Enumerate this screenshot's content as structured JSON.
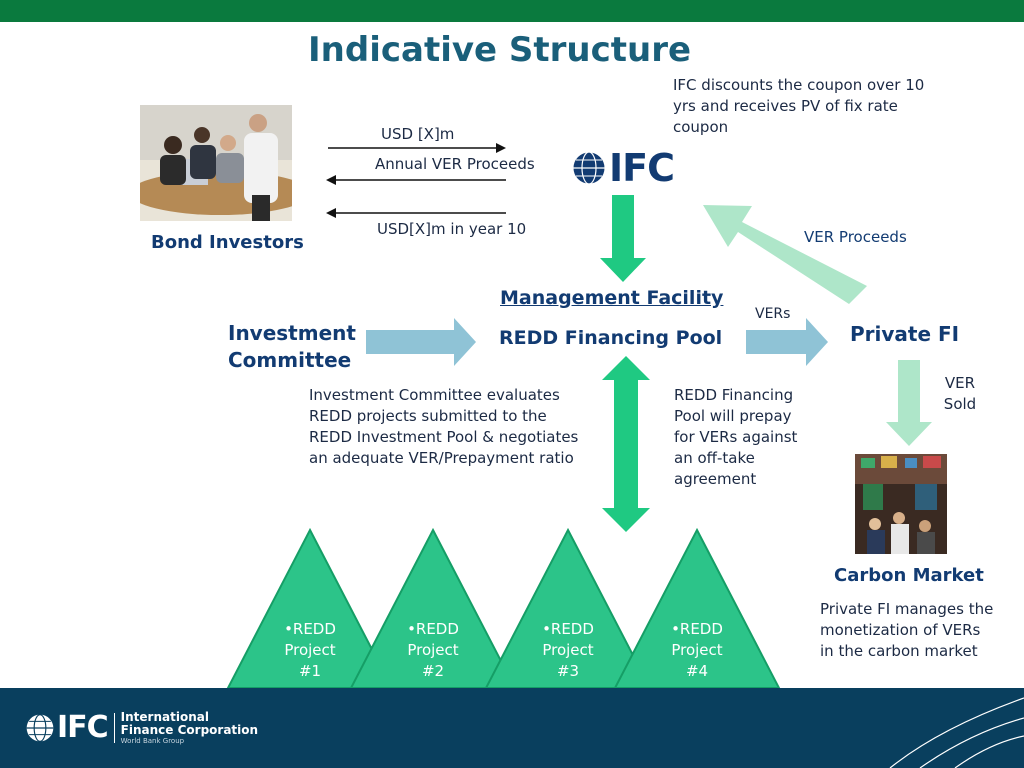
{
  "title": "Indicative Structure",
  "note_ifc_discount": [
    "IFC discounts the coupon over 10",
    "yrs and receives PV of fix rate",
    "coupon"
  ],
  "flows": {
    "usd_xm": "USD [X]m",
    "annual_ver": "Annual VER Proceeds",
    "usd_year10": "USD[X]m in year 10"
  },
  "bond_investors": "Bond Investors",
  "ifc_logo_text": "IFC",
  "ver_proceeds": "VER Proceeds",
  "management_facility": "Management Facility",
  "redd_pool": "REDD Financing Pool",
  "investment_committee": [
    "Investment",
    "Committee"
  ],
  "vers": "VERs",
  "private_fi": "Private FI",
  "ver_sold": [
    "VER",
    "Sold"
  ],
  "ic_note": [
    "Investment Committee evaluates",
    "REDD projects submitted to the",
    "REDD Investment Pool & negotiates",
    "an adequate VER/Prepayment ratio"
  ],
  "pool_note": [
    "REDD Financing",
    "Pool will prepay",
    "for VERs against",
    "an off-take",
    "agreement"
  ],
  "carbon_market": "Carbon Market",
  "carbon_note": [
    "Private FI manages the",
    "monetization of VERs",
    "in the carbon market"
  ],
  "projects": [
    {
      "line1": "•REDD",
      "line2": "Project",
      "line3": "#1"
    },
    {
      "line1": "•REDD",
      "line2": "Project",
      "line3": "#2"
    },
    {
      "line1": "•REDD",
      "line2": "Project",
      "line3": "#3"
    },
    {
      "line1": "•REDD",
      "line2": "Project",
      "line3": "#4"
    }
  ],
  "footer": {
    "logo_text": "IFC",
    "org_line1": "International",
    "org_line2": "Finance Corporation",
    "org_line3": "World Bank Group"
  },
  "colors": {
    "top_bar": "#0a7a3e",
    "footer": "#093f5e",
    "title": "#1a5f7a",
    "label_blue": "#123b72",
    "green_arrow": "#1fc982",
    "light_green_arrow": "#aee6c9",
    "light_blue_arrow": "#8fc3d6",
    "triangle_fill": "#2cc489",
    "triangle_stroke": "#159e66"
  }
}
